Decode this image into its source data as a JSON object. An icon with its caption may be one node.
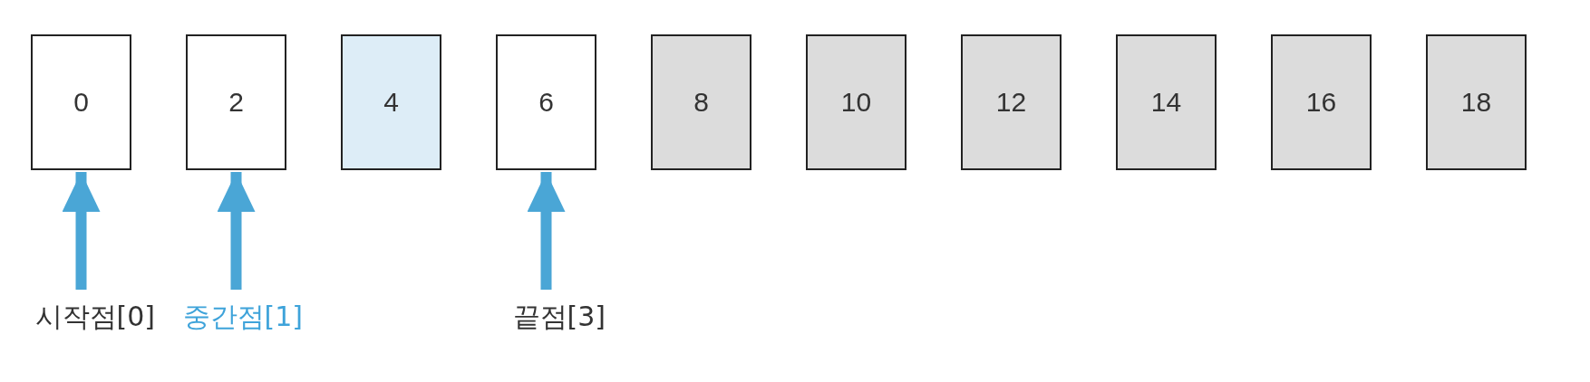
{
  "diagram": {
    "nodes": [
      {
        "text": [
          "0"
        ]
      },
      {
        "text": [
          "2"
        ]
      },
      {
        "text": [
          "4"
        ]
      },
      {
        "text": [
          "6"
        ]
      },
      {
        "text": [
          "8"
        ]
      },
      {
        "text": [
          "10"
        ]
      },
      {
        "text": [
          "12"
        ]
      },
      {
        "text": [
          "14"
        ]
      },
      {
        "text": [
          "16"
        ]
      },
      {
        "text": [
          "18"
        ]
      },
      {
        "text": [
          "시작점[0]"
        ]
      },
      {
        "text": [
          "중간점[1]"
        ]
      },
      {
        "text": [
          "끝점[3]"
        ]
      }
    ],
    "edges": [
      {
        "from": 10,
        "to": 0,
        "arrow": "to"
      },
      {
        "from": 11,
        "to": 1,
        "arrow": "to"
      },
      {
        "from": 12,
        "to": 3,
        "arrow": "to"
      }
    ]
  }
}
